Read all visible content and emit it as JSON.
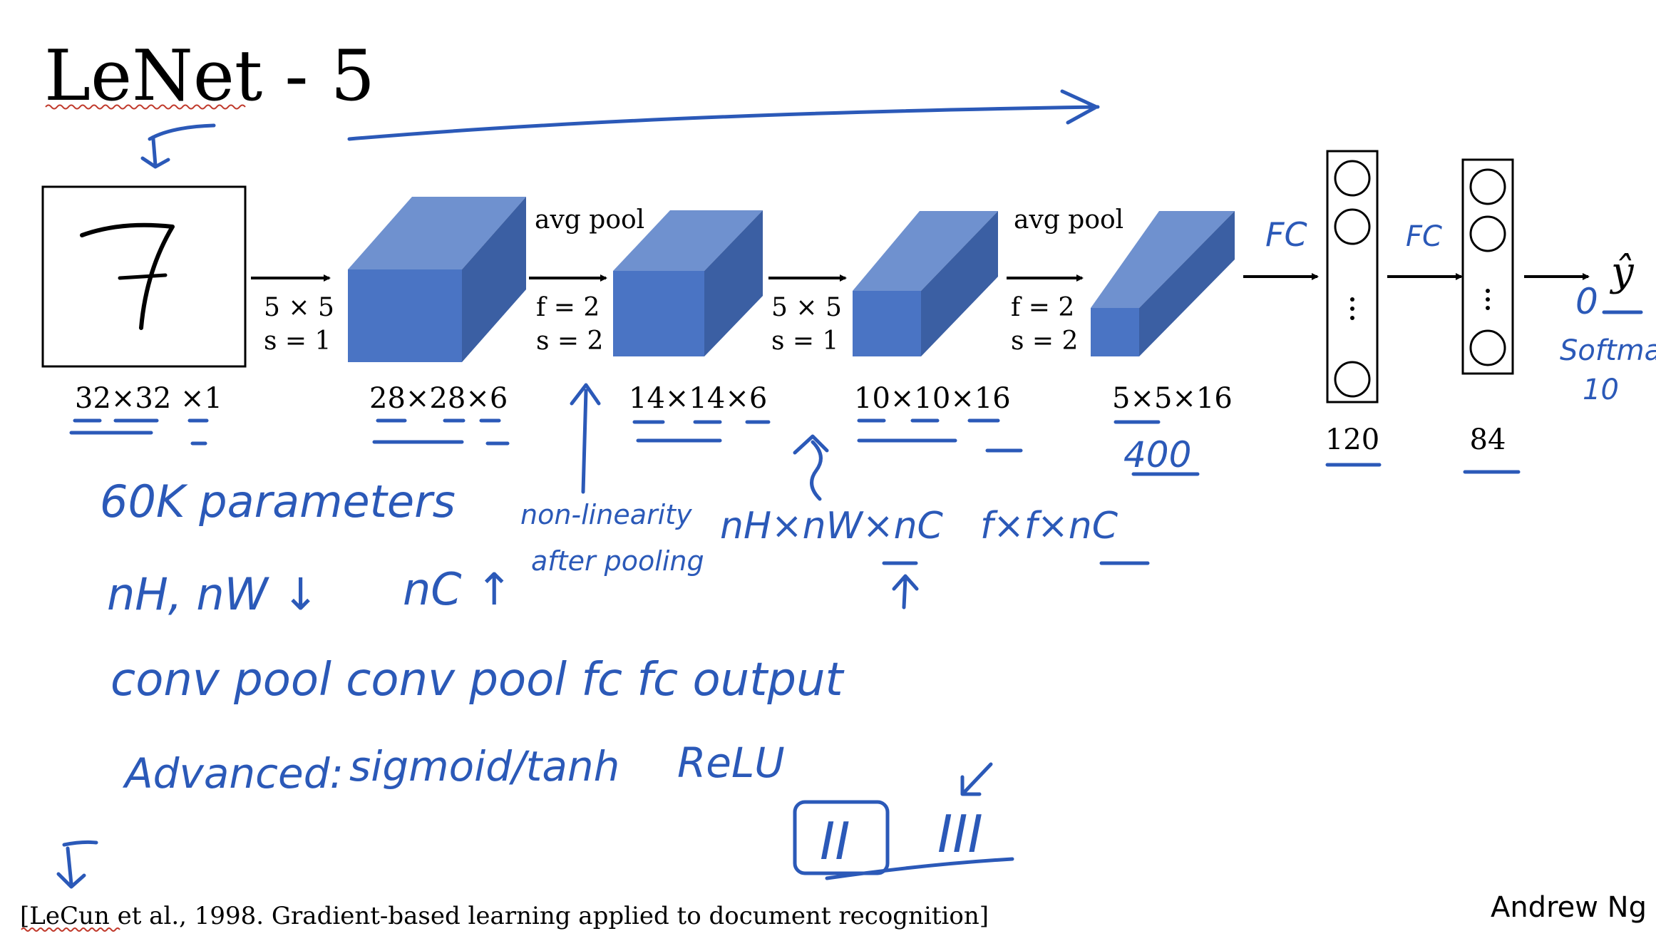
{
  "title": "LeNet - 5",
  "input": {
    "digit": "7",
    "dims": "32×32 ×1"
  },
  "stages": [
    {
      "op_top": "",
      "op_line1": "5 × 5",
      "op_line2": "s = 1",
      "dims": "28×28×6"
    },
    {
      "op_top": "avg pool",
      "op_line1": "f = 2",
      "op_line2": "s = 2",
      "dims": "14×14×6"
    },
    {
      "op_top": "",
      "op_line1": "5 × 5",
      "op_line2": "s = 1",
      "dims": "10×10×16"
    },
    {
      "op_top": "avg pool",
      "op_line1": "f = 2",
      "op_line2": "s = 2",
      "dims": "5×5×16"
    }
  ],
  "fc_layers": [
    {
      "size": "120"
    },
    {
      "size": "84"
    }
  ],
  "output_symbol": "ŷ",
  "citation": "[LeCun et al., 1998. Gradient-based learning applied to document recognition]",
  "author": "Andrew Ng",
  "colors": {
    "cube_front": "#4a74c4",
    "cube_top": "#6f91cf",
    "cube_side": "#3b5fa3",
    "ink": "#2b59b8"
  },
  "annotations": {
    "fc1": "FC",
    "fc2": "FC",
    "flatten": "400",
    "output": "0",
    "softmax": "Softmax",
    "softmax_n": "10",
    "params": "60K parameters",
    "nh_nw": "nH, nW ↓",
    "nc": "nC ↑",
    "nonlin": "non-linearity",
    "after_pool": "after pooling",
    "volume": "nH×nW×nC",
    "filter": "f×f×nC",
    "sequence": "conv   pool   conv   pool   fc   fc   output",
    "advanced": "Advanced:",
    "sigmoid": "sigmoid/tanh",
    "relu": "ReLU",
    "sec2": "II",
    "sec3": "III"
  }
}
